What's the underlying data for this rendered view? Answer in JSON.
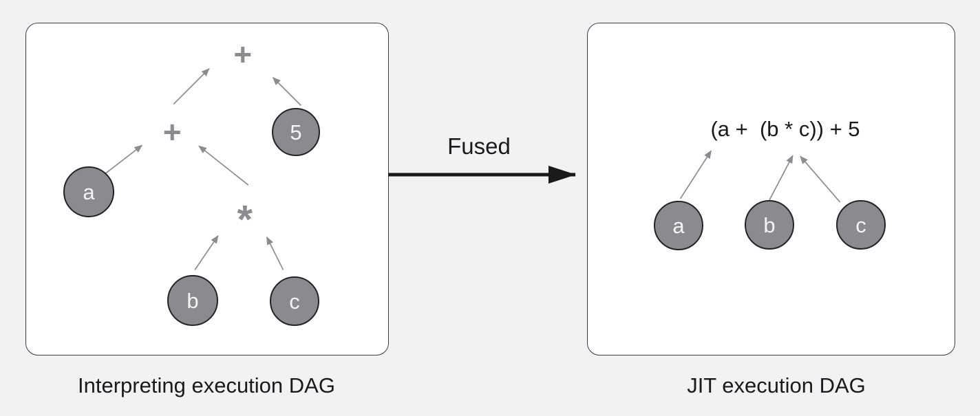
{
  "interpreting_panel": {
    "caption": "Interpreting execution DAG",
    "operators": {
      "root_plus": "+",
      "inner_plus": "+",
      "multiply": "*"
    },
    "nodes": {
      "a": "a",
      "five": "5",
      "b": "b",
      "c": "c"
    }
  },
  "transition": {
    "label": "Fused"
  },
  "jit_panel": {
    "caption": "JIT execution DAG",
    "fused_expression": "(a +  (b * c)) + 5",
    "nodes": {
      "a": "a",
      "b": "b",
      "c": "c"
    }
  },
  "colors": {
    "background": "#f2f2f4",
    "panel_fill": "#ffffff",
    "panel_border": "#3c3c43",
    "node_fill": "#8a8b8e",
    "node_border": "#232327",
    "node_text": "#f5f5f6",
    "edge_gray": "#8b8c90",
    "text_dark": "#1a1a1d"
  }
}
